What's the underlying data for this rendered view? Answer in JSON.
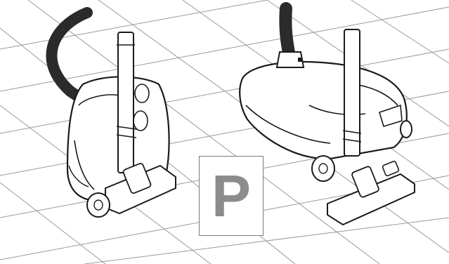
{
  "park_sign": {
    "letter": "P",
    "letter_color": "#8c8c8c",
    "border_color": "#7a7a7a"
  },
  "colors": {
    "line": "#1a1a1a",
    "grid": "#9a9a9a",
    "hose": "#2b2b2b",
    "background": "#ffffff"
  },
  "figures": [
    {
      "name": "vacuum-upright-parked",
      "icon": "vacuum-cleaner-standing-icon"
    },
    {
      "name": "vacuum-horizontal-parked",
      "icon": "vacuum-cleaner-lying-icon"
    }
  ]
}
